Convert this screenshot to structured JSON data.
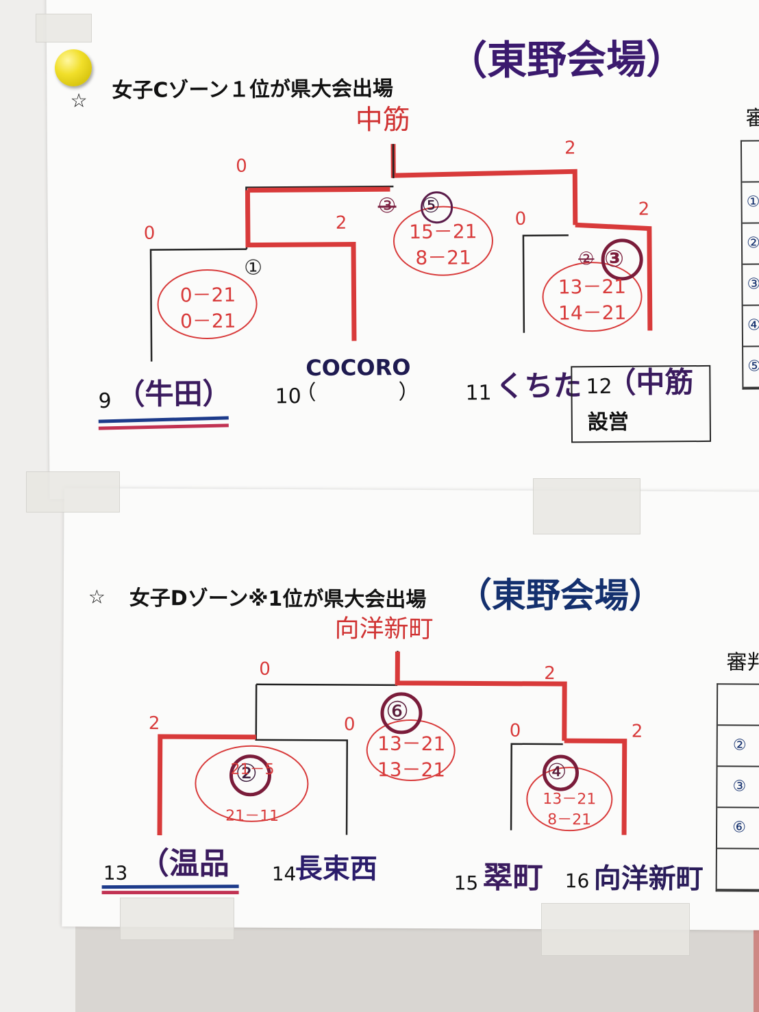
{
  "colors": {
    "bracket_black": "#222222",
    "winner_red": "#d83a3a",
    "venue_purple": "#3b1a6e",
    "underline_blue": "#1c3a8a"
  },
  "zone_c": {
    "title": "女子Cゾーン１位が県大会出場",
    "venue": "（東野会場）",
    "champion": "中筋",
    "final": {
      "match": "⑤",
      "crossed": "③",
      "left_games": "0",
      "right_games": "2",
      "sets": [
        "15－21",
        "8－21"
      ]
    },
    "semi_left": {
      "match": "①",
      "left_games": "0",
      "right_games": "2",
      "sets": [
        "0－21",
        "0－21"
      ]
    },
    "semi_right": {
      "match": "③",
      "crossed": "②",
      "left_games": "0",
      "right_games": "2",
      "sets": [
        "13－21",
        "14－21"
      ]
    },
    "teams": [
      {
        "number": "9",
        "name": "（牛田）"
      },
      {
        "number": "10",
        "name": "（　　　　）",
        "note": "COCORO"
      },
      {
        "number": "11",
        "name": "くちた"
      },
      {
        "number": "12",
        "name": "（中筋",
        "extra": "設営"
      }
    ]
  },
  "zone_d": {
    "title": "女子Dゾーン※1位が県大会出場",
    "venue": "（東野会場）",
    "champion": "向洋新町",
    "final": {
      "match": "⑥",
      "left_games": "0",
      "right_games": "2",
      "sets": [
        "13－21",
        "13－21"
      ]
    },
    "semi_left": {
      "match": "②",
      "left_games": "2",
      "right_games": "0",
      "sets": [
        "21－5",
        "21－11"
      ]
    },
    "semi_right": {
      "match": "④",
      "left_games": "0",
      "right_games": "2",
      "sets": [
        "13－21",
        "8－21"
      ]
    },
    "teams": [
      {
        "number": "13",
        "name": "（温品"
      },
      {
        "number": "14",
        "name": "長束西"
      },
      {
        "number": "15",
        "name": "翠町"
      },
      {
        "number": "16",
        "name": "向洋新町"
      }
    ]
  },
  "referee": {
    "c_header": "審",
    "d_header": "審判",
    "c_cells": [
      "①",
      "②",
      "③",
      "④",
      "⑤"
    ],
    "d_cells": [
      "②",
      "③",
      "⑥"
    ]
  },
  "star": "☆"
}
